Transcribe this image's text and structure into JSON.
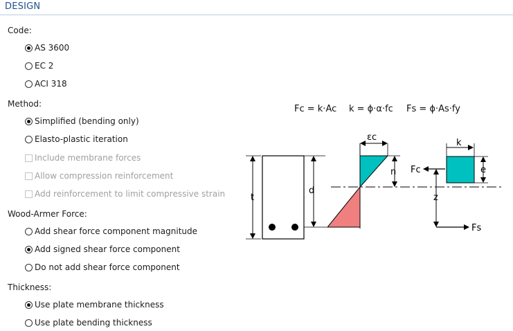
{
  "header": {
    "title": "DESIGN"
  },
  "code": {
    "label": "Code:",
    "options": [
      {
        "label": "AS 3600",
        "selected": true
      },
      {
        "label": "EC 2",
        "selected": false
      },
      {
        "label": "ACI 318",
        "selected": false
      }
    ]
  },
  "method": {
    "label": "Method:",
    "options": [
      {
        "label": "Simplified (bending only)",
        "selected": true
      },
      {
        "label": "Elasto-plastic iteration",
        "selected": false
      }
    ],
    "checks": [
      {
        "label": "Include membrane forces",
        "checked": false,
        "enabled": false
      },
      {
        "label": "Allow compression reinforcement",
        "checked": false,
        "enabled": false
      },
      {
        "label": "Add reinforcement to limit compressive strain",
        "checked": false,
        "enabled": false
      }
    ]
  },
  "wood_armer": {
    "label": "Wood-Armer Force:",
    "options": [
      {
        "label": "Add shear force component magnitude",
        "selected": false
      },
      {
        "label": "Add signed shear force component",
        "selected": true
      },
      {
        "label": "Do not add shear force component",
        "selected": false
      }
    ]
  },
  "thickness": {
    "label": "Thickness:",
    "options": [
      {
        "label": "Use plate membrane thickness",
        "selected": true
      },
      {
        "label": "Use plate bending thickness",
        "selected": false
      }
    ]
  },
  "diagram": {
    "formula_fc": "Fc = k·Ac",
    "formula_k": "k = ϕ·α·fc",
    "formula_fs": "Fs = ϕ·As·fy",
    "labels": {
      "t": "t",
      "d": "d",
      "ec": "εc",
      "n": "n",
      "z": "z",
      "Fc": "Fc",
      "Fs": "Fs",
      "k": "k",
      "e": "e"
    },
    "colors": {
      "compression": "#00c0c0",
      "tension": "#f08080"
    }
  }
}
